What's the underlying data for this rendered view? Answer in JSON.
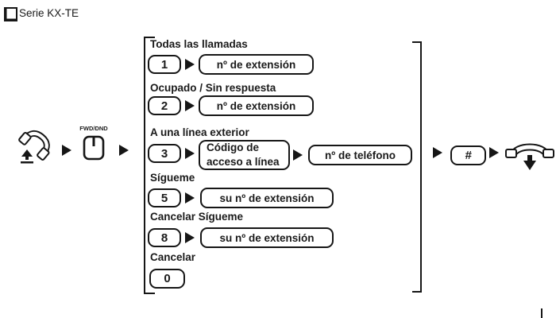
{
  "ink_color": "#1a1a1a",
  "header": {
    "checkbox_icon": "checkbox",
    "series_label": "Serie KX-TE"
  },
  "flow": {
    "start_icon": "handset-off-hook",
    "fwd_dnd": {
      "label": "FWD/DND"
    },
    "hash_key": "#",
    "end_icon": "handset-hang-up",
    "options": [
      {
        "label": "Todas las llamadas",
        "key": "1",
        "target": "nº de extensión"
      },
      {
        "label": "Ocupado / Sin respuesta",
        "key": "2",
        "target": "nº de extensión"
      },
      {
        "label": "A una línea exterior",
        "key": "3",
        "code_line1": "Código de",
        "code_line2": "acceso a línea",
        "target": "nº de teléfono"
      },
      {
        "label": "Sígueme",
        "key": "5",
        "target": "su nº de extensión"
      },
      {
        "label": "Cancelar Sígueme",
        "key": "8",
        "target": "su nº de extensión"
      },
      {
        "label": "Cancelar",
        "key": "0"
      }
    ]
  }
}
